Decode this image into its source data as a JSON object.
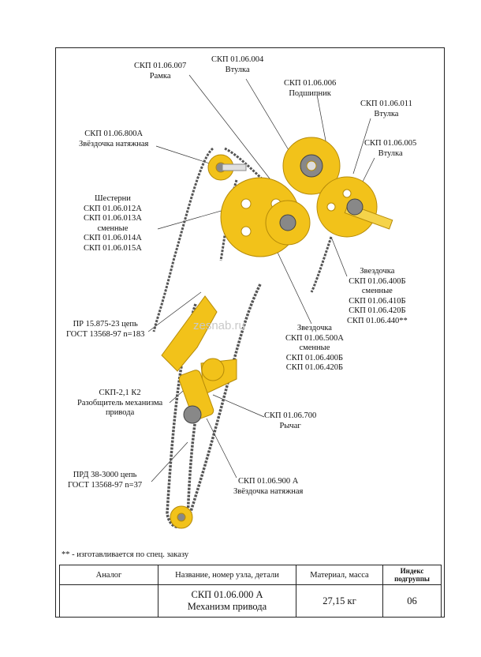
{
  "labels": {
    "ramka": [
      "СКП 01.06.007",
      "Рамка"
    ],
    "vtulka1": [
      "СКП 01.06.004",
      "Втулка"
    ],
    "podshipnik": [
      "СКП 01.06.006",
      "Подшипник"
    ],
    "vtulka2": [
      "СКП 01.06.011",
      "Втулка"
    ],
    "vtulka3": [
      "СКП 01.06.005",
      "Втулка"
    ],
    "zvezdochka_natyazh": [
      "СКП 01.06.800А",
      "Звёздочка натяжная"
    ],
    "shesterni": [
      "Шестерни",
      "СКП 01.06.012А",
      "СКП 01.06.013А",
      "сменные",
      "СКП 01.06.014А",
      "СКП 01.06.015А"
    ],
    "zvezdochka_smennye": [
      "Звездочка",
      "СКП 01.06.400Б",
      "сменные",
      "СКП 01.06.410Б",
      "СКП 01.06.420Б",
      "СКП 01.06.440**"
    ],
    "chain1": [
      "ПР 15.875-23 цепь",
      "ГОСТ 13568-97 n=183"
    ],
    "zvezdochka_500": [
      "Звездочка",
      "СКП 01.06.500А",
      "сменные",
      "СКП 01.06.400Б",
      "СКП 01.06.420Б"
    ],
    "razobshchitel": [
      "СКП-2,1 К2",
      "Разобщитель механизма",
      "привода"
    ],
    "rychag": [
      "СКП 01.06.700",
      "Рычаг"
    ],
    "chain2": [
      "ПРД 38-3000 цепь",
      "ГОСТ 13568-97 n=37"
    ],
    "zvezdochka_900": [
      "СКП 01.06.900 А",
      "Звёздочка натяжная"
    ]
  },
  "watermark": "zesnab.ru",
  "note": "** - изготавливается по спец. заказу",
  "stamp": {
    "col_analog": "Аналог",
    "col_name": "Название, номер узла, детали",
    "col_material": "Материал, масса",
    "col_index": "Индекс подгруппы",
    "name_line1": "СКП 01.06.000 А",
    "name_line2": "Механизм привода",
    "mass": "27,15 кг",
    "index": "06"
  },
  "colors": {
    "gear": "#f2c21a",
    "gear_dark": "#b58a08",
    "chain": "#555555"
  }
}
